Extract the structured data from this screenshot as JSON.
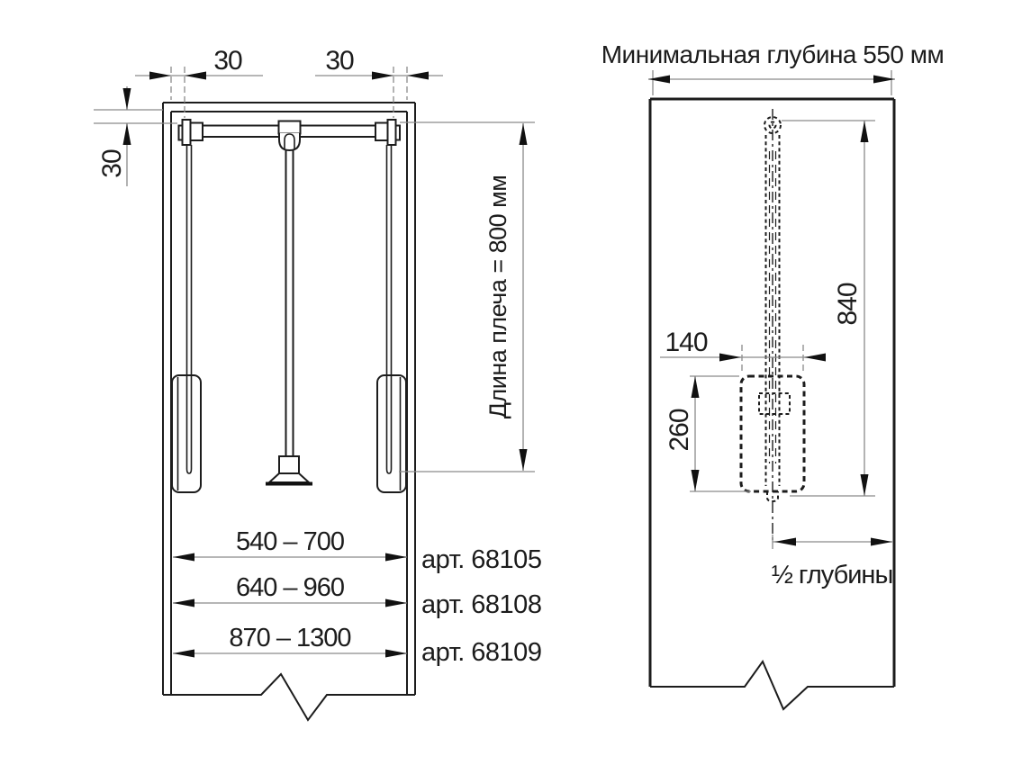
{
  "page": {
    "background": "#ffffff"
  },
  "drawing": {
    "colors": {
      "line": "#1c1c1c",
      "dimension_line": "#8a8a8a",
      "background": "#ffffff"
    },
    "front_view": {
      "dim_offset_top_left": "30",
      "dim_offset_top_right": "30",
      "dim_offset_side": "30",
      "dim_arm_length": "Длина плеча = 800 мм",
      "width_options": [
        {
          "range": "540 – 700",
          "article": "арт. 68105"
        },
        {
          "range": "640 – 960",
          "article": "арт. 68108"
        },
        {
          "range": "870 – 1300",
          "article": "арт. 68109"
        }
      ]
    },
    "side_view": {
      "title": "Минимальная глубина 550 мм",
      "dim_arm_height": "840",
      "dim_mechanism_width": "140",
      "dim_mechanism_height": "260",
      "dim_half_depth": "½ глубины"
    }
  }
}
